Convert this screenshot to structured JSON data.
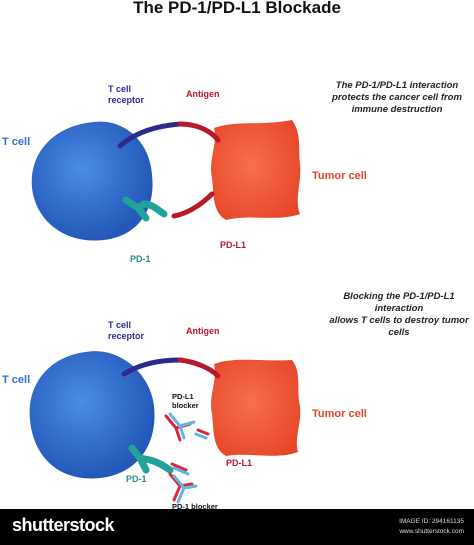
{
  "title": "The PD-1/PD-L1 Blockade",
  "panel_top": {
    "t_cell": "T cell",
    "t_cell_receptor": "T cell\nreceptor",
    "antigen": "Antigen",
    "tumor_cell": "Tumor cell",
    "pd1": "PD-1",
    "pdl1": "PD-L1",
    "caption": "The PD-1/PD-L1 interaction\nprotects the cancer cell from\nimmune destruction"
  },
  "panel_bottom": {
    "t_cell": "T cell",
    "t_cell_receptor": "T cell\nreceptor",
    "antigen": "Antigen",
    "tumor_cell": "Tumor cell",
    "pd1": "PD-1",
    "pdl1": "PD-L1",
    "pdl1_blocker": "PD-L1\nblocker",
    "pd1_blocker": "PD-1 blocker",
    "caption": "Blocking the PD-1/PD-L1 interaction\nallows T cells to destroy tumor\ncells"
  },
  "footer": {
    "brand": "shutterstock",
    "image_id": "IMAGE ID: 294161135",
    "site": "www.shutterstock.com"
  },
  "colors": {
    "t_cell": "#2e6fd0",
    "tumor": "#f05a3a",
    "receptor": "#2d2a8c",
    "antigen": "#b8182a",
    "pd1": "#21a39a",
    "pd1_label": "#1f8f8a",
    "blocker_red": "#d9283a",
    "blocker_blue": "#5fb6e6"
  }
}
